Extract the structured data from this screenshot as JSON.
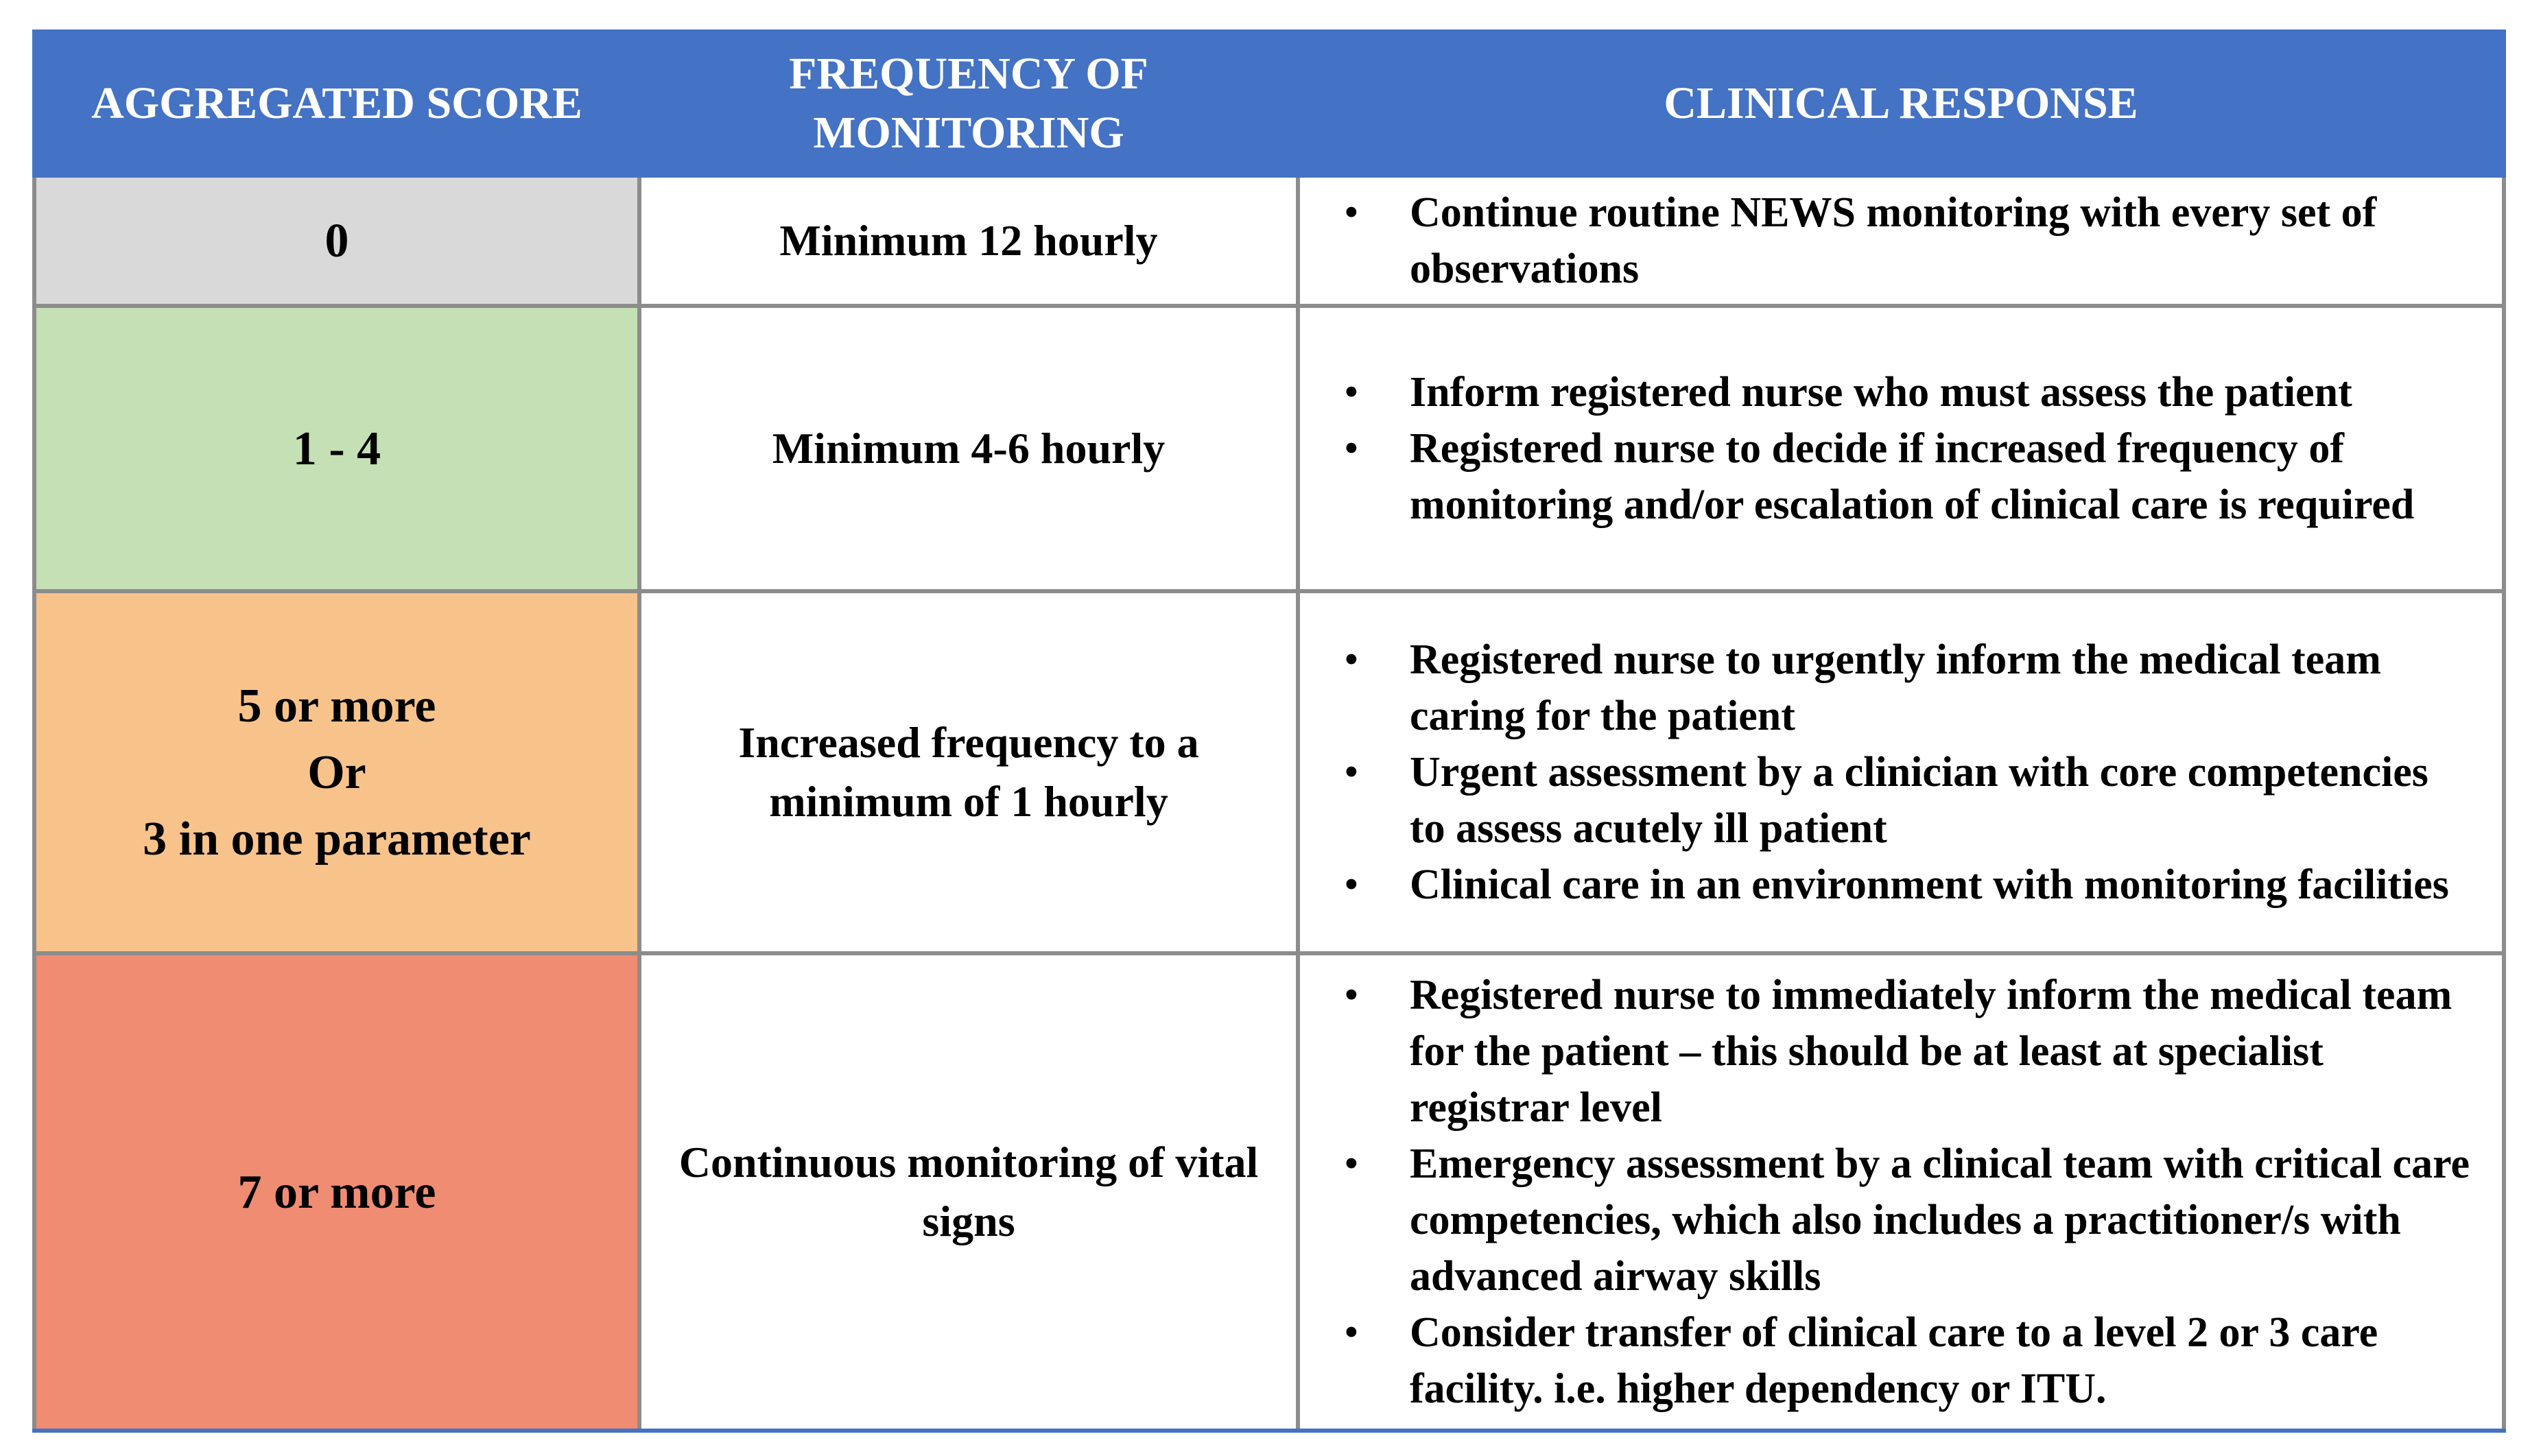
{
  "header": {
    "score": "AGGREGATED SCORE",
    "frequency_line1": "FREQUENCY OF",
    "frequency_line2": "MONITORING",
    "response": "CLINICAL RESPONSE"
  },
  "colors": {
    "header": "#4472c4",
    "row_0": "#d9d9d9",
    "row_1_4": "#c5e0b4",
    "row_5_more": "#f8c38b",
    "row_7_more": "#f08c72"
  },
  "rows": [
    {
      "score_lines": [
        "0"
      ],
      "frequency": "Minimum 12 hourly",
      "responses": [
        "Continue routine NEWS monitoring with every set of observations"
      ]
    },
    {
      "score_lines": [
        "1 - 4"
      ],
      "frequency": "Minimum 4-6 hourly",
      "responses": [
        "Inform registered nurse who must assess the patient",
        "Registered nurse to decide if increased frequency of monitoring and/or escalation of clinical care is required"
      ]
    },
    {
      "score_lines": [
        "5 or more",
        "Or",
        "3 in one parameter"
      ],
      "frequency": "Increased frequency to a minimum of 1 hourly",
      "responses": [
        "Registered nurse to urgently inform the medical team caring for the patient",
        "Urgent assessment by a clinician with core competencies to assess acutely ill patient",
        "Clinical care in an environment with monitoring facilities"
      ]
    },
    {
      "score_lines": [
        "7 or more"
      ],
      "frequency": "Continuous monitoring of vital signs",
      "responses": [
        "Registered nurse to immediately inform the medical team for the patient – this should be at least at specialist registrar level",
        "Emergency assessment by a clinical team with critical care competencies, which also includes a practitioner/s with advanced airway skills",
        "Consider transfer of clinical care to a level 2 or 3 care facility. i.e. higher dependency or ITU."
      ]
    }
  ]
}
